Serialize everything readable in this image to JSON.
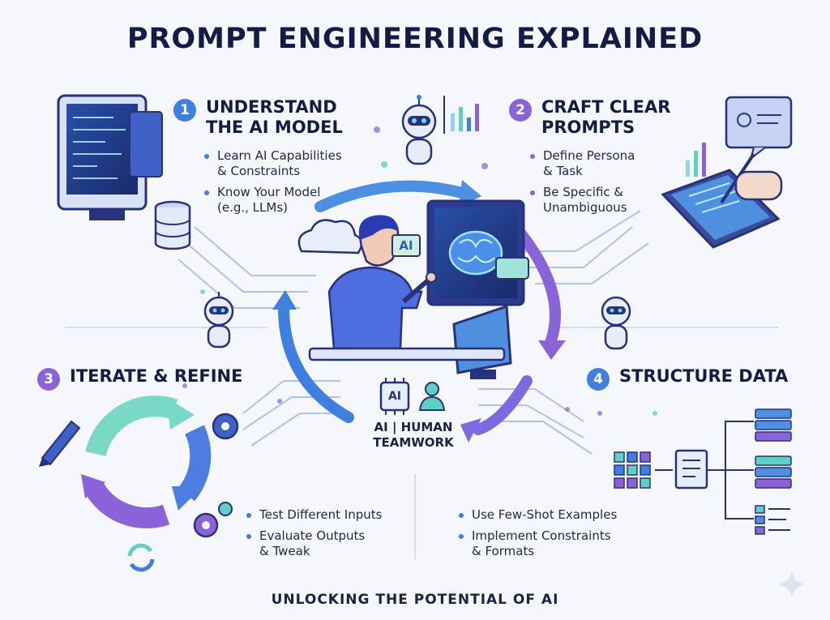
{
  "title": "PROMPT ENGINEERING EXPLAINED",
  "sections": [
    {
      "number": "1",
      "title": "UNDERSTAND\nTHE AI MODEL",
      "bullets": [
        "Learn AI Capabilities\n& Constraints",
        "Know Your Model\n(e.g., LLMs)"
      ]
    },
    {
      "number": "2",
      "title": "CRAFT CLEAR\nPROMPTS",
      "bullets": [
        "Define Persona\n& Task",
        "Be Specific &\nUnambiguous"
      ]
    },
    {
      "number": "3",
      "title": "ITERATE & REFINE",
      "bullets": [
        "Test Different Inputs",
        "Evaluate Outputs\n& Tweak"
      ]
    },
    {
      "number": "4",
      "title": "STRUCTURE DATA",
      "bullets": [
        "Use Few-Shot Examples",
        "Implement Constraints\n& Formats"
      ]
    }
  ],
  "center": {
    "teamwork": "AI | HUMAN\nTEAMWORK",
    "ai_badge": "AI",
    "chip_label": "AI"
  },
  "footer": "UNLOCKING THE POTENTIAL OF AI",
  "colors": {
    "blue": "#3f7fe0",
    "purple": "#8a63d9",
    "navy": "#141b45",
    "teal": "#5fd0c4"
  }
}
